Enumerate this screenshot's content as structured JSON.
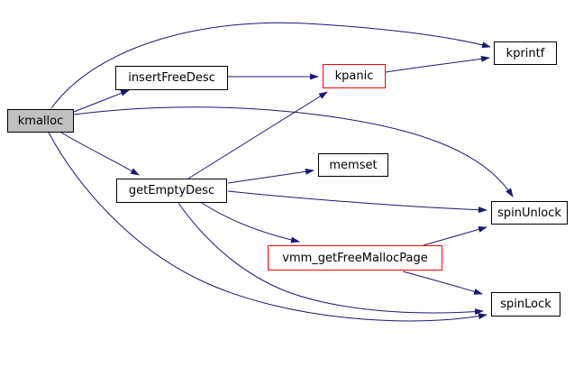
{
  "diagram": {
    "type": "call-graph",
    "background_color": "#ffffff",
    "edge_color": "#191970",
    "focus_fill_color": "#c0c0c0",
    "highlight_border_color": "#ff0000",
    "normal_border_color": "#000000",
    "nodes": [
      {
        "id": "kmalloc",
        "label": "kmalloc",
        "style": "focus"
      },
      {
        "id": "insertFreeDesc",
        "label": "insertFreeDesc",
        "style": "normal"
      },
      {
        "id": "kpanic",
        "label": "kpanic",
        "style": "red-border"
      },
      {
        "id": "kprintf",
        "label": "kprintf",
        "style": "normal"
      },
      {
        "id": "memset",
        "label": "memset",
        "style": "normal"
      },
      {
        "id": "getEmptyDesc",
        "label": "getEmptyDesc",
        "style": "normal"
      },
      {
        "id": "spinUnlock",
        "label": "spinUnlock",
        "style": "normal"
      },
      {
        "id": "vmm_getFreeMallocPage",
        "label": "vmm_getFreeMallocPage",
        "style": "red-border"
      },
      {
        "id": "spinLock",
        "label": "spinLock",
        "style": "normal"
      }
    ],
    "edges": [
      {
        "from": "kmalloc",
        "to": "kprintf"
      },
      {
        "from": "kmalloc",
        "to": "insertFreeDesc"
      },
      {
        "from": "kmalloc",
        "to": "spinUnlock"
      },
      {
        "from": "kmalloc",
        "to": "getEmptyDesc"
      },
      {
        "from": "kmalloc",
        "to": "spinLock"
      },
      {
        "from": "insertFreeDesc",
        "to": "kpanic"
      },
      {
        "from": "kpanic",
        "to": "kprintf"
      },
      {
        "from": "getEmptyDesc",
        "to": "kpanic"
      },
      {
        "from": "getEmptyDesc",
        "to": "memset"
      },
      {
        "from": "getEmptyDesc",
        "to": "spinUnlock"
      },
      {
        "from": "getEmptyDesc",
        "to": "vmm_getFreeMallocPage"
      },
      {
        "from": "getEmptyDesc",
        "to": "spinLock"
      },
      {
        "from": "vmm_getFreeMallocPage",
        "to": "spinUnlock"
      },
      {
        "from": "vmm_getFreeMallocPage",
        "to": "spinLock"
      }
    ]
  }
}
